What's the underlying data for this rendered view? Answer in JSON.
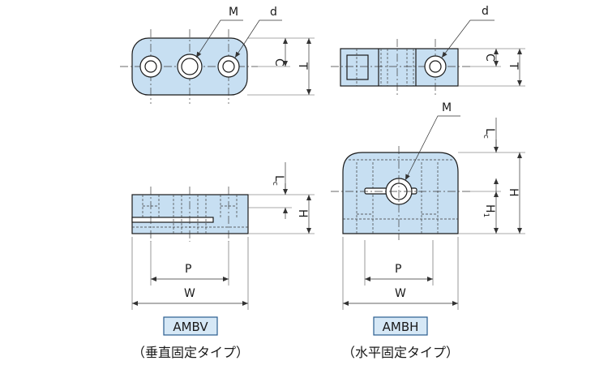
{
  "labels": {
    "M": "M",
    "d": "d",
    "C": "C",
    "T": "T",
    "L": "L",
    "c": "c",
    "H": "H",
    "H1": "H",
    "one": "1",
    "P": "P",
    "W": "W"
  },
  "models": {
    "vertical": {
      "name": "AMBV",
      "caption": "（垂直固定タイプ）"
    },
    "horizontal": {
      "name": "AMBH",
      "caption": "（水平固定タイプ）"
    }
  },
  "colors": {
    "part_fill": "#c7dff2",
    "badge_fill": "#d6e8f6",
    "line": "#1a1a1a"
  }
}
